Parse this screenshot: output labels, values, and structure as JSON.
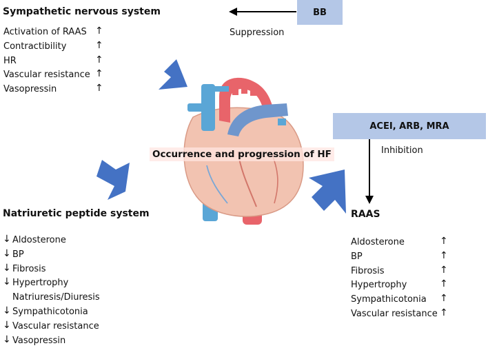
{
  "sympathetic": {
    "title": "Sympathetic nervous system",
    "items": [
      {
        "label": "Activation of RAAS",
        "arrow": "↑"
      },
      {
        "label": "Contractibility",
        "arrow": "↑"
      },
      {
        "label": "HR",
        "arrow": "↑"
      },
      {
        "label": "Vascular resistance",
        "arrow": "↑"
      },
      {
        "label": "Vasopressin",
        "arrow": "↑"
      }
    ]
  },
  "bb": {
    "label": "BB",
    "effect": "Suppression"
  },
  "drugs": {
    "label": "ACEI, ARB, MRA",
    "effect": "Inhibition"
  },
  "center": {
    "label": "Occurrence and progression of HF"
  },
  "natriuretic": {
    "title": "Natriuretic peptide system",
    "items": [
      {
        "arrow": "↓",
        "label": "Aldosterone"
      },
      {
        "arrow": "↓",
        "label": "BP"
      },
      {
        "arrow": "↓",
        "label": "Fibrosis"
      },
      {
        "arrow": "↓",
        "label": "Hypertrophy"
      },
      {
        "arrow": "",
        "label": "Natriuresis/Diuresis"
      },
      {
        "arrow": "↓",
        "label": "Sympathicotonia"
      },
      {
        "arrow": "↓",
        "label": "Vascular resistance"
      },
      {
        "arrow": "↓",
        "label": "Vasopressin"
      }
    ]
  },
  "raas": {
    "title": "RAAS",
    "items": [
      {
        "label": "Aldosterone",
        "arrow": "↑"
      },
      {
        "label": "BP",
        "arrow": "↑"
      },
      {
        "label": "Fibrosis",
        "arrow": "↑"
      },
      {
        "label": "Hypertrophy",
        "arrow": "↑"
      },
      {
        "label": "Sympathicotonia",
        "arrow": "↑"
      },
      {
        "label": "Vascular resistance",
        "arrow": "↑"
      }
    ]
  },
  "colors": {
    "box_fill": "#b4c7e7",
    "big_arrow": "#4472c4",
    "vein_blue": "#5aa6d6",
    "artery_red": "#e8646a",
    "heart_fill": "#f2c3b1"
  }
}
